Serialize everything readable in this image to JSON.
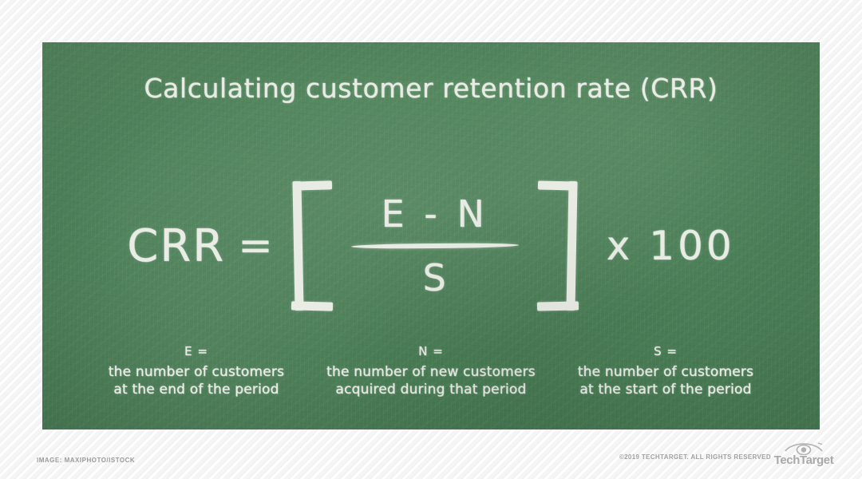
{
  "background": {
    "page_color": "#f3f3f3",
    "stripe_color": "#ffffff",
    "board_color": "#4d8159",
    "chalk_color": "#e9ece4"
  },
  "board": {
    "title": "Calculating customer retention rate (CRR)",
    "formula": {
      "left_side": "CRR",
      "equals": "=",
      "bracket_open": "[",
      "numerator": "E - N",
      "fraction_bar": true,
      "denominator": "S",
      "bracket_close": "]",
      "right_side": "x 100",
      "plain_text": "CRR = [ (E - N) / S ] x 100"
    },
    "legend": [
      {
        "symbol": "E =",
        "lines": [
          "the number of customers",
          "at the end of the period"
        ]
      },
      {
        "symbol": "N =",
        "lines": [
          "the number of new customers",
          "acquired during that period"
        ]
      },
      {
        "symbol": "S =",
        "lines": [
          "the number of customers",
          "at the start of the period"
        ]
      }
    ]
  },
  "footer": {
    "image_credit": "IMAGE: MAXIPHOTO/ISTOCK",
    "copyright": "©2019 TECHTARGET. ALL RIGHTS RESERVED",
    "logo_word": "TechTarget",
    "logo_icon": "eye-icon"
  }
}
